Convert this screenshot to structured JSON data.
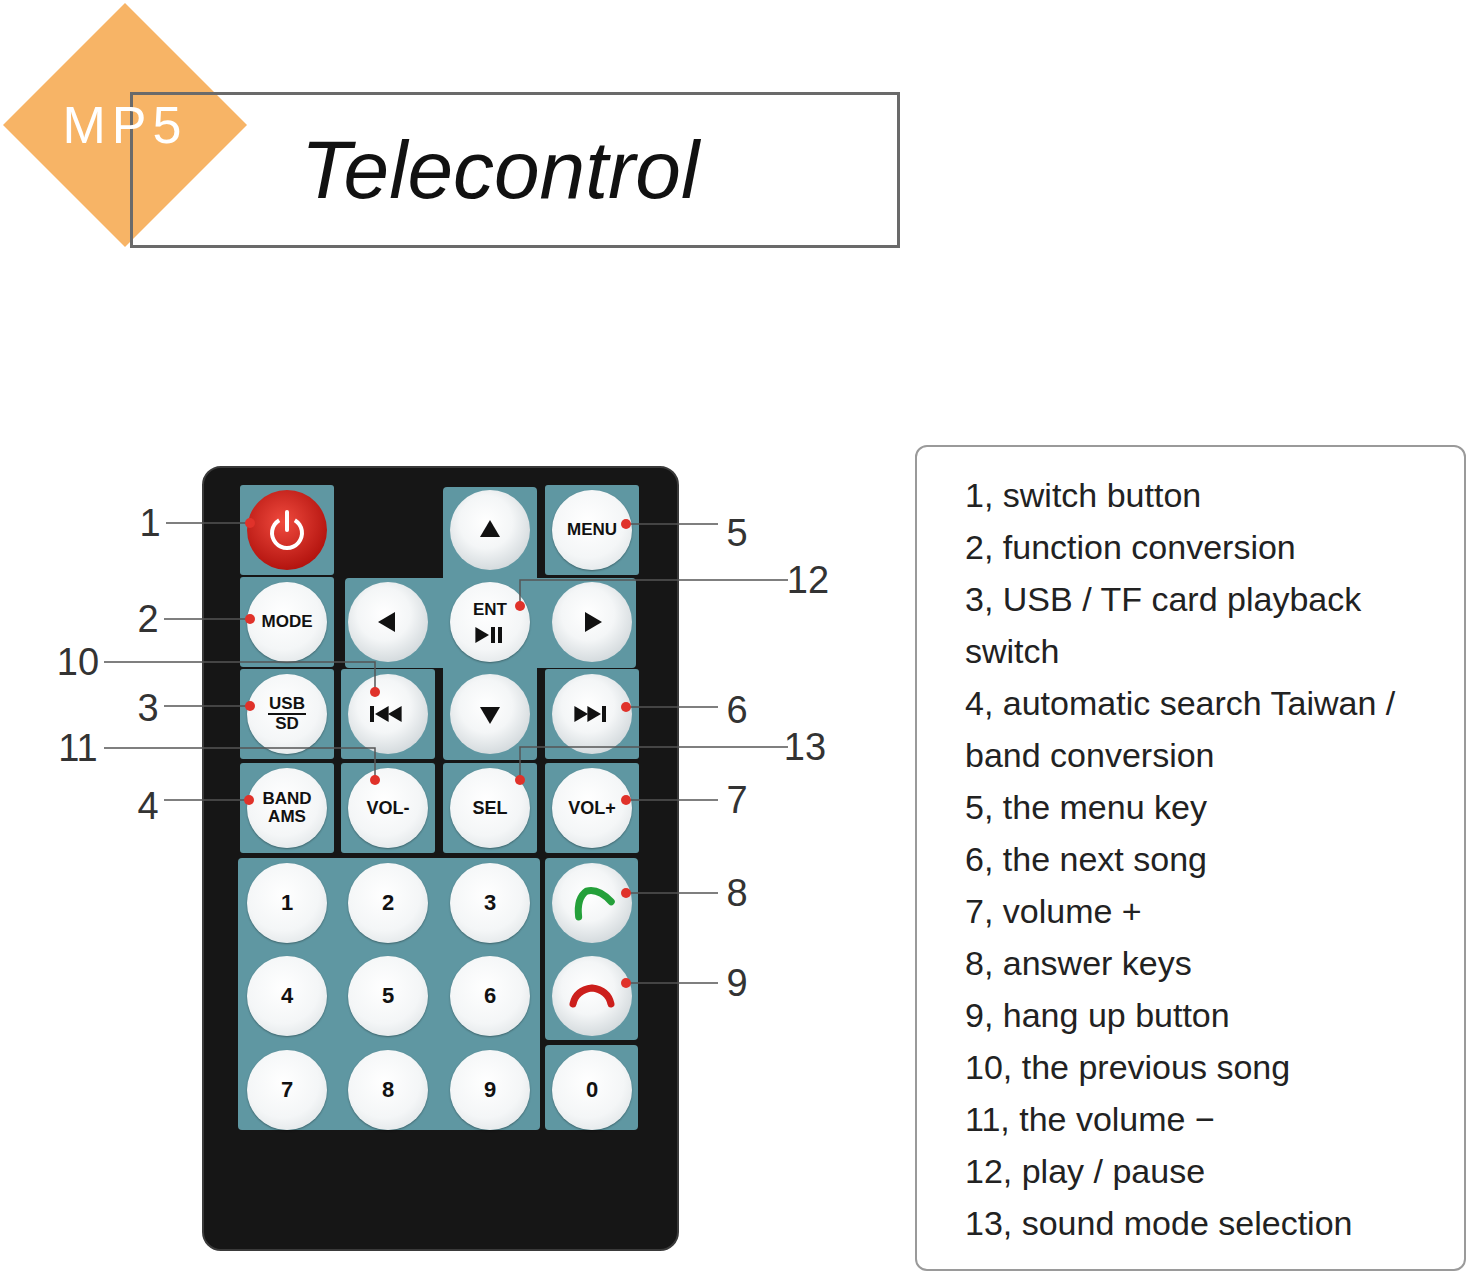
{
  "diagram": {
    "nodes": [
      {
        "text": [
          "MP5"
        ]
      },
      {
        "text": [
          "Telecontrol"
        ]
      },
      {
        "text": [
          "MENU"
        ]
      },
      {
        "text": [
          "MODE"
        ]
      },
      {
        "text": [
          "ENT"
        ]
      },
      {
        "text": [
          "USB",
          "SD"
        ]
      },
      {
        "text": [
          "BAND AMS"
        ]
      },
      {
        "text": [
          "VOL-"
        ]
      },
      {
        "text": [
          "SEL"
        ]
      },
      {
        "text": [
          "VOL+"
        ]
      },
      {
        "text": [
          "1"
        ]
      },
      {
        "text": [
          "2"
        ]
      },
      {
        "text": [
          "3"
        ]
      },
      {
        "text": [
          "4"
        ]
      },
      {
        "text": [
          "5"
        ]
      },
      {
        "text": [
          "6"
        ]
      },
      {
        "text": [
          "7"
        ]
      },
      {
        "text": [
          "8"
        ]
      },
      {
        "text": [
          "9"
        ]
      },
      {
        "text": [
          "0"
        ]
      },
      {
        "text": [
          "1, switch button",
          "2, function conversion",
          "3, USB / TF card playback switch",
          "4, automatic search Taiwan / band conversion",
          "5, the menu key",
          "6, the next song",
          "7, volume +",
          "8, answer keys",
          "9, hang up button",
          "10, the previous song",
          "11, the volume −",
          "12, play / pause",
          "13, sound mode selection"
        ]
      }
    ],
    "labels": [
      "1",
      "5",
      "12",
      "2",
      "10",
      "3",
      "6",
      "11",
      "13",
      "4",
      "7",
      "8",
      "9"
    ]
  }
}
